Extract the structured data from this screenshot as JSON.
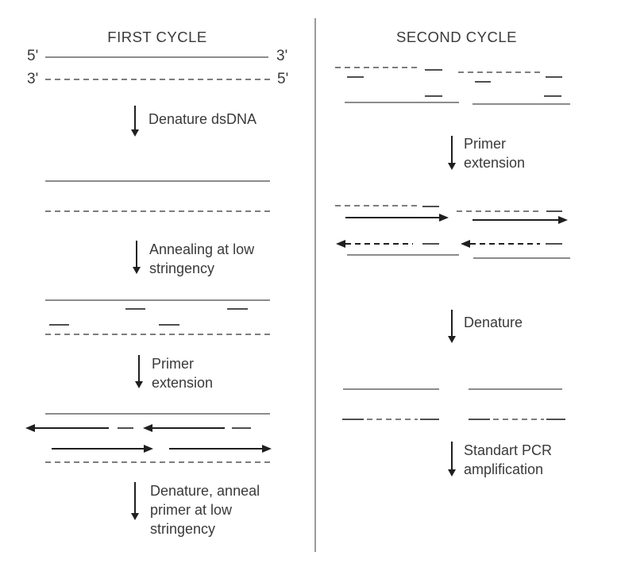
{
  "colors": {
    "background": "#ffffff",
    "text": "#3a3a3a",
    "arrow": "#1f1f1f",
    "strand": "#8c8c8c",
    "dash": "#7d7d7d",
    "primer": "#4f4f4f",
    "divider": "#9a9a9a"
  },
  "first_cycle": {
    "title": "FIRST CYCLE",
    "strand_labels": {
      "top_left": "5'",
      "top_right": "3'",
      "bottom_left": "3'",
      "bottom_right": "5'"
    },
    "steps": {
      "denature": "Denature dsDNA",
      "annealing": "Annealing at low\nstringency",
      "extension": "Primer\nextension",
      "denature_anneal": "Denature, anneal\nprimer at low\nstringency"
    }
  },
  "second_cycle": {
    "title": "SECOND CYCLE",
    "steps": {
      "extension": "Primer\nextension",
      "denature": "Denature",
      "amplification": "Standart PCR\namplification"
    }
  }
}
